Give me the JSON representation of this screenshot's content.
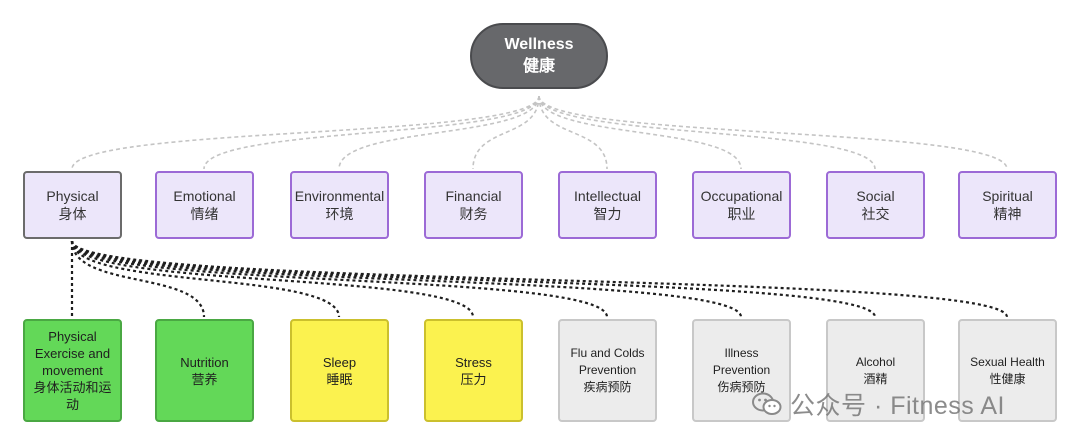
{
  "diagram": {
    "root": {
      "title": "Wellness",
      "subtitle": "健康"
    },
    "dimensions": [
      {
        "en": "Physical",
        "zh": "身体"
      },
      {
        "en": "Emotional",
        "zh": "情绪"
      },
      {
        "en": "Environmental",
        "zh": "环境"
      },
      {
        "en": "Financial",
        "zh": "财务"
      },
      {
        "en": "Intellectual",
        "zh": "智力"
      },
      {
        "en": "Occupational",
        "zh": "职业"
      },
      {
        "en": "Social",
        "zh": "社交"
      },
      {
        "en": "Spiritual",
        "zh": "精神"
      }
    ],
    "physical_children": [
      {
        "en": "Physical Exercise and movement",
        "zh": "身体活动和运动"
      },
      {
        "en": "Nutrition",
        "zh": "营养"
      },
      {
        "en": "Sleep",
        "zh": "睡眠"
      },
      {
        "en": "Stress",
        "zh": "压力"
      },
      {
        "en": "Flu and Colds Prevention",
        "zh": "疾病预防"
      },
      {
        "en": "Illness Prevention",
        "zh": "伤病预防"
      },
      {
        "en": "Alcohol",
        "zh": "酒精"
      },
      {
        "en": "Sexual Health",
        "zh": "性健康"
      }
    ]
  },
  "colors": {
    "root_fill": "#67686b",
    "dimension_fill": "#ece6fa",
    "dimension_border": "#9c6ad6",
    "green_fill": "#63d858",
    "yellow_fill": "#fbf24f",
    "gray_fill": "#ececec"
  },
  "watermark": {
    "text": "公众号 · Fitness AI",
    "icon": "wechat-icon"
  }
}
